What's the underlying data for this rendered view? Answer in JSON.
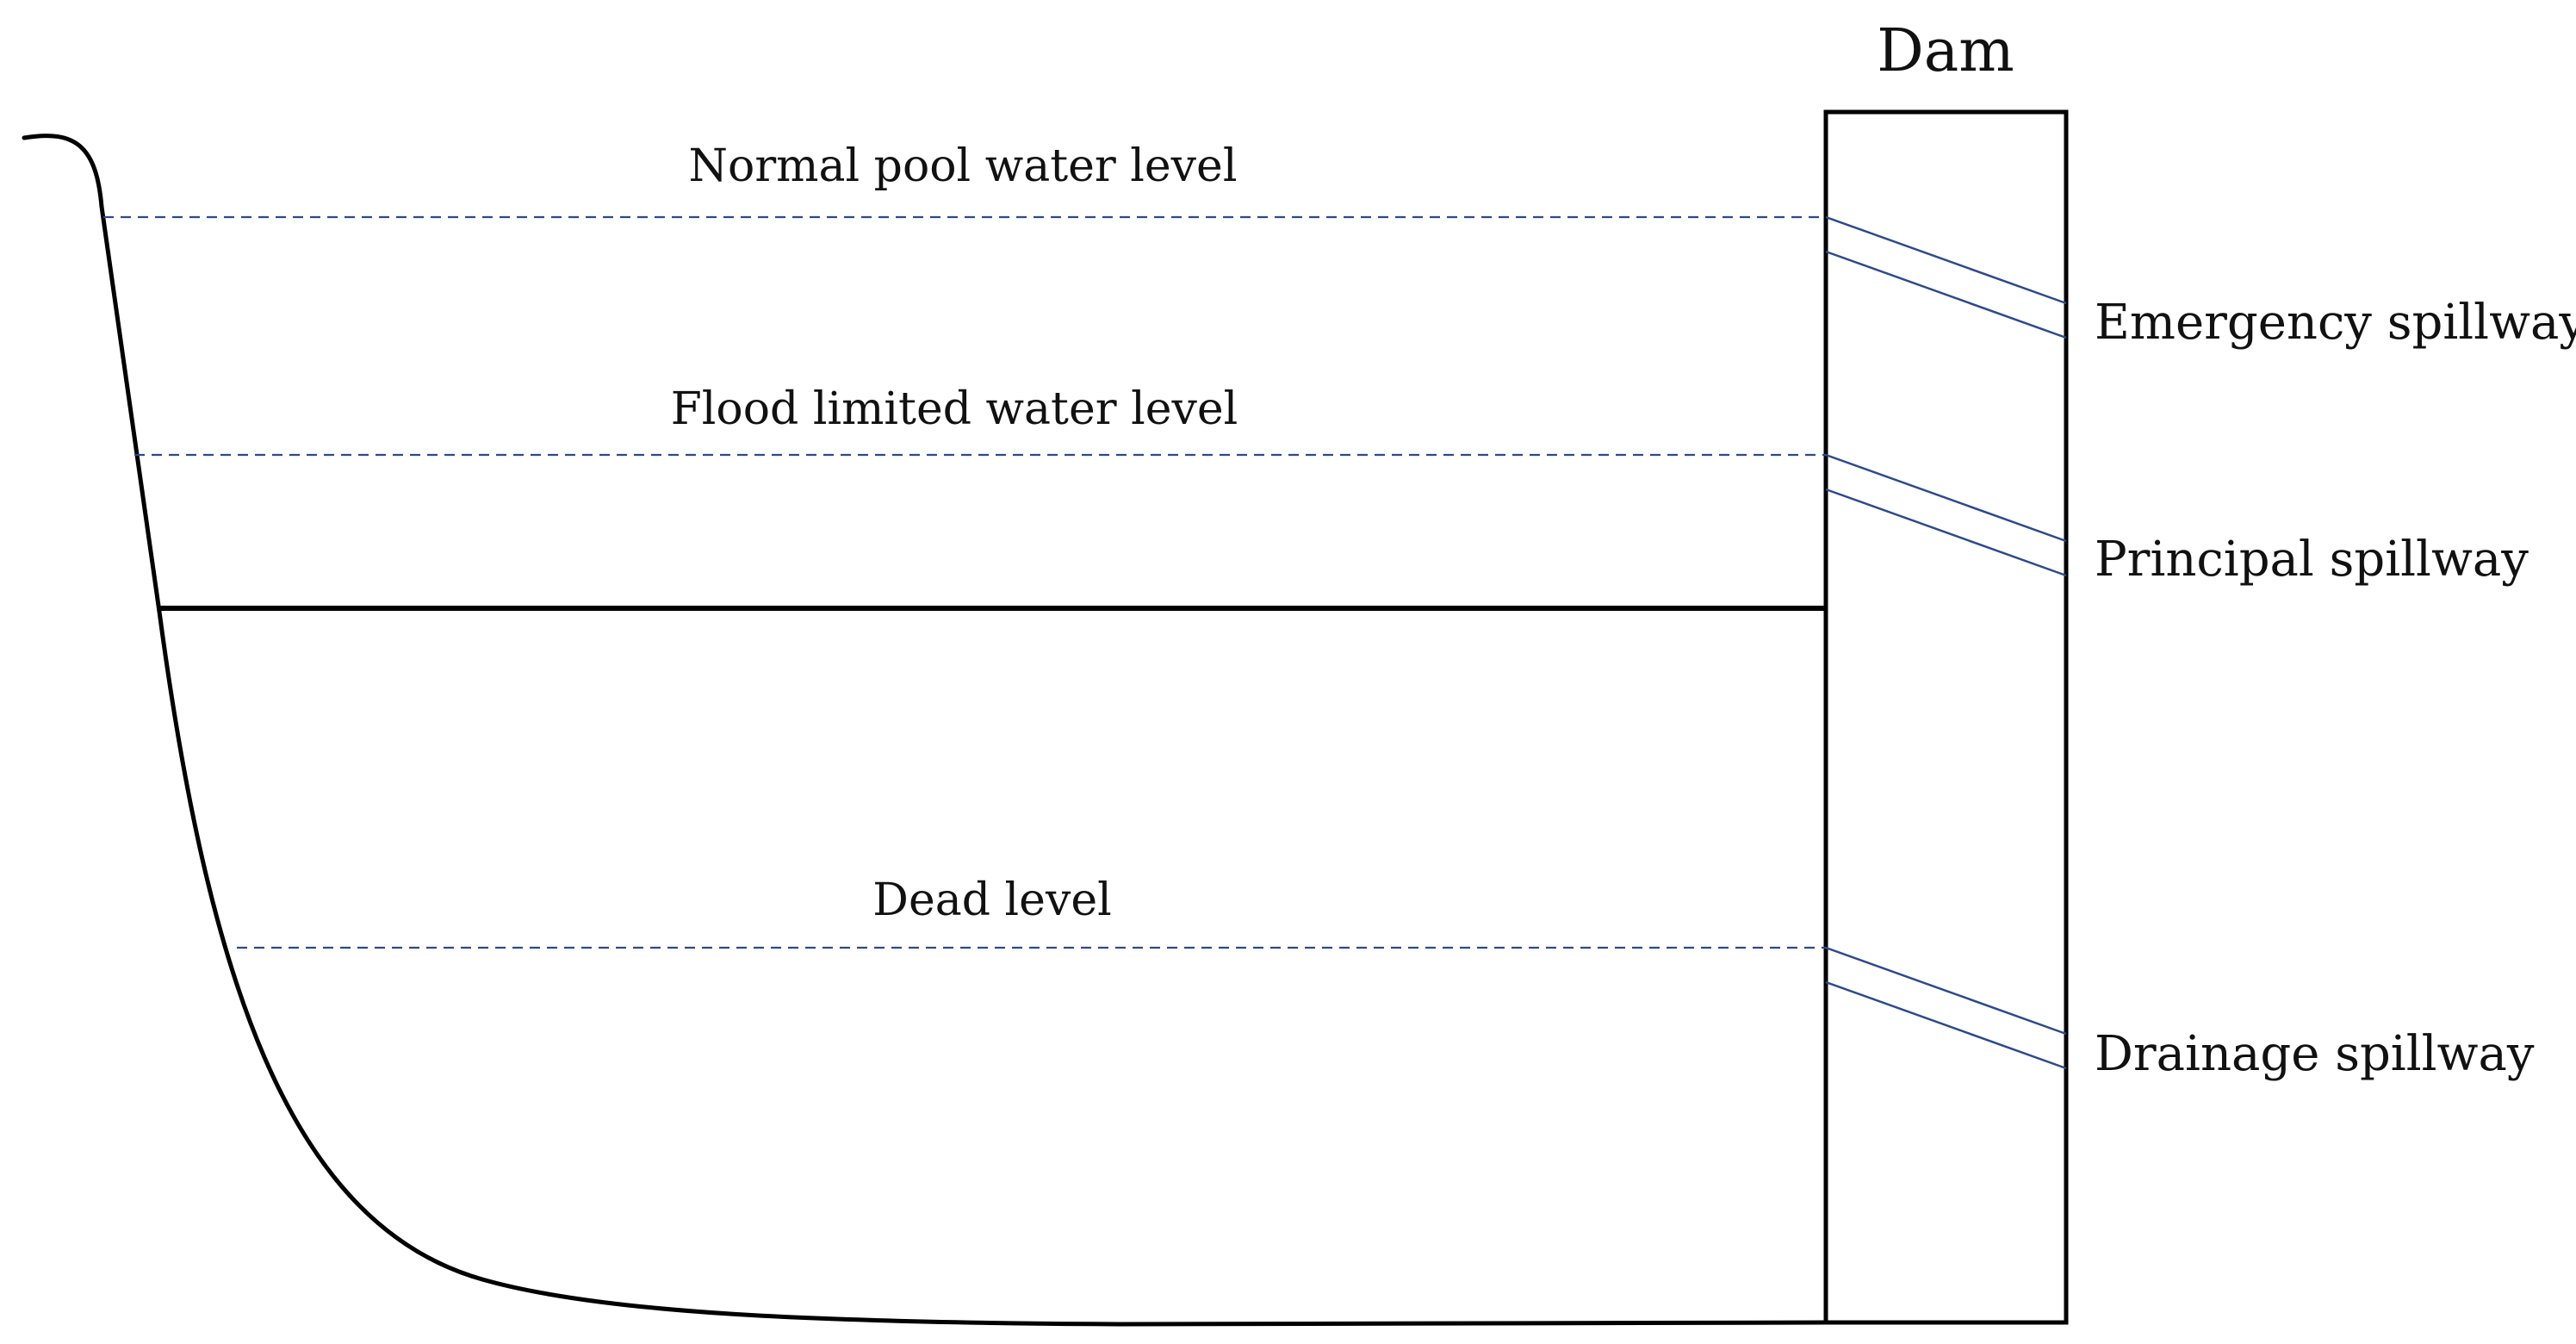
{
  "diagram": {
    "dam_label": "Dam",
    "levels": {
      "normal_pool": "Normal pool water level",
      "flood_limited": "Flood limited water level",
      "dead": "Dead level"
    },
    "spillways": {
      "emergency": "Emergency spillway",
      "principal": "Principal spillway",
      "drainage": "Drainage spillway"
    },
    "colors": {
      "outline": "#000000",
      "level_line": "#2d4a8a",
      "spillway_line": "#2d4a8a"
    }
  }
}
